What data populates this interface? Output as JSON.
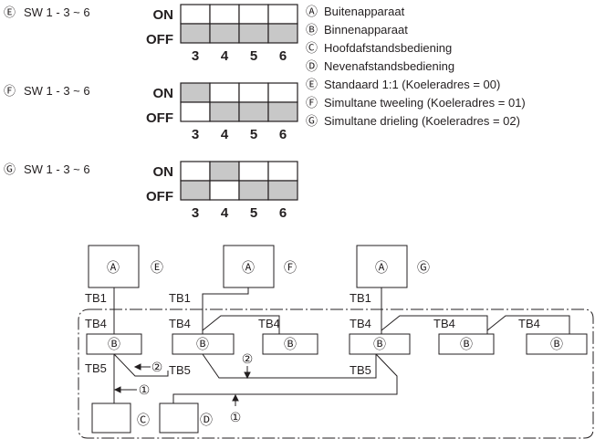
{
  "switch_settings": [
    {
      "id": "E",
      "marker": "Ⓔ",
      "label": "SW 1 - 3 ~ 6",
      "on_label": "ON",
      "off_label": "OFF",
      "columns": [
        "3",
        "4",
        "5",
        "6"
      ],
      "states": [
        "OFF",
        "OFF",
        "OFF",
        "OFF"
      ]
    },
    {
      "id": "F",
      "marker": "Ⓕ",
      "label": "SW 1 - 3 ~ 6",
      "on_label": "ON",
      "off_label": "OFF",
      "columns": [
        "3",
        "4",
        "5",
        "6"
      ],
      "states": [
        "ON",
        "OFF",
        "OFF",
        "OFF"
      ]
    },
    {
      "id": "G",
      "marker": "Ⓖ",
      "label": "SW 1 - 3 ~ 6",
      "on_label": "ON",
      "off_label": "OFF",
      "columns": [
        "3",
        "4",
        "5",
        "6"
      ],
      "states": [
        "OFF",
        "ON",
        "OFF",
        "OFF"
      ]
    }
  ],
  "legend": [
    {
      "marker": "Ⓐ",
      "text": "Buitenapparaat"
    },
    {
      "marker": "Ⓑ",
      "text": "Binnenapparaat"
    },
    {
      "marker": "Ⓒ",
      "text": "Hoofdafstandsbediening"
    },
    {
      "marker": "Ⓓ",
      "text": "Nevenafstandsbediening"
    },
    {
      "marker": "Ⓔ",
      "text": "Standaard 1:1 (Koeleradres = 00)"
    },
    {
      "marker": "Ⓕ",
      "text": "Simultane tweeling (Koeleradres = 01)"
    },
    {
      "marker": "Ⓖ",
      "text": "Simultane drieling (Koeleradres = 02)"
    }
  ],
  "diagram": {
    "outdoor_units": [
      {
        "marker": "Ⓐ",
        "config": "Ⓔ",
        "terminal": "TB1"
      },
      {
        "marker": "Ⓐ",
        "config": "Ⓕ",
        "terminal": "TB1"
      },
      {
        "marker": "Ⓐ",
        "config": "Ⓖ",
        "terminal": "TB1"
      }
    ],
    "indoor_units": [
      {
        "marker": "Ⓑ",
        "terminal_top": "TB4",
        "terminal_bottom": "TB5"
      },
      {
        "marker": "Ⓑ",
        "terminal_top": "TB4",
        "terminal_bottom": "TB5"
      },
      {
        "marker": "Ⓑ",
        "terminal_top": "TB4",
        "terminal_bottom": ""
      },
      {
        "marker": "Ⓑ",
        "terminal_top": "TB4",
        "terminal_bottom": "TB5"
      },
      {
        "marker": "Ⓑ",
        "terminal_top": "TB4",
        "terminal_bottom": ""
      },
      {
        "marker": "Ⓑ",
        "terminal_top": "TB4",
        "terminal_bottom": ""
      }
    ],
    "remote_controllers": [
      {
        "marker": "Ⓒ"
      },
      {
        "marker": "Ⓓ"
      }
    ],
    "wire_labels": [
      "①",
      "②",
      "②",
      "①"
    ]
  },
  "colors": {
    "switch_set": "#c8c8c8",
    "switch_unset": "#ffffff",
    "line": "#231f20"
  }
}
